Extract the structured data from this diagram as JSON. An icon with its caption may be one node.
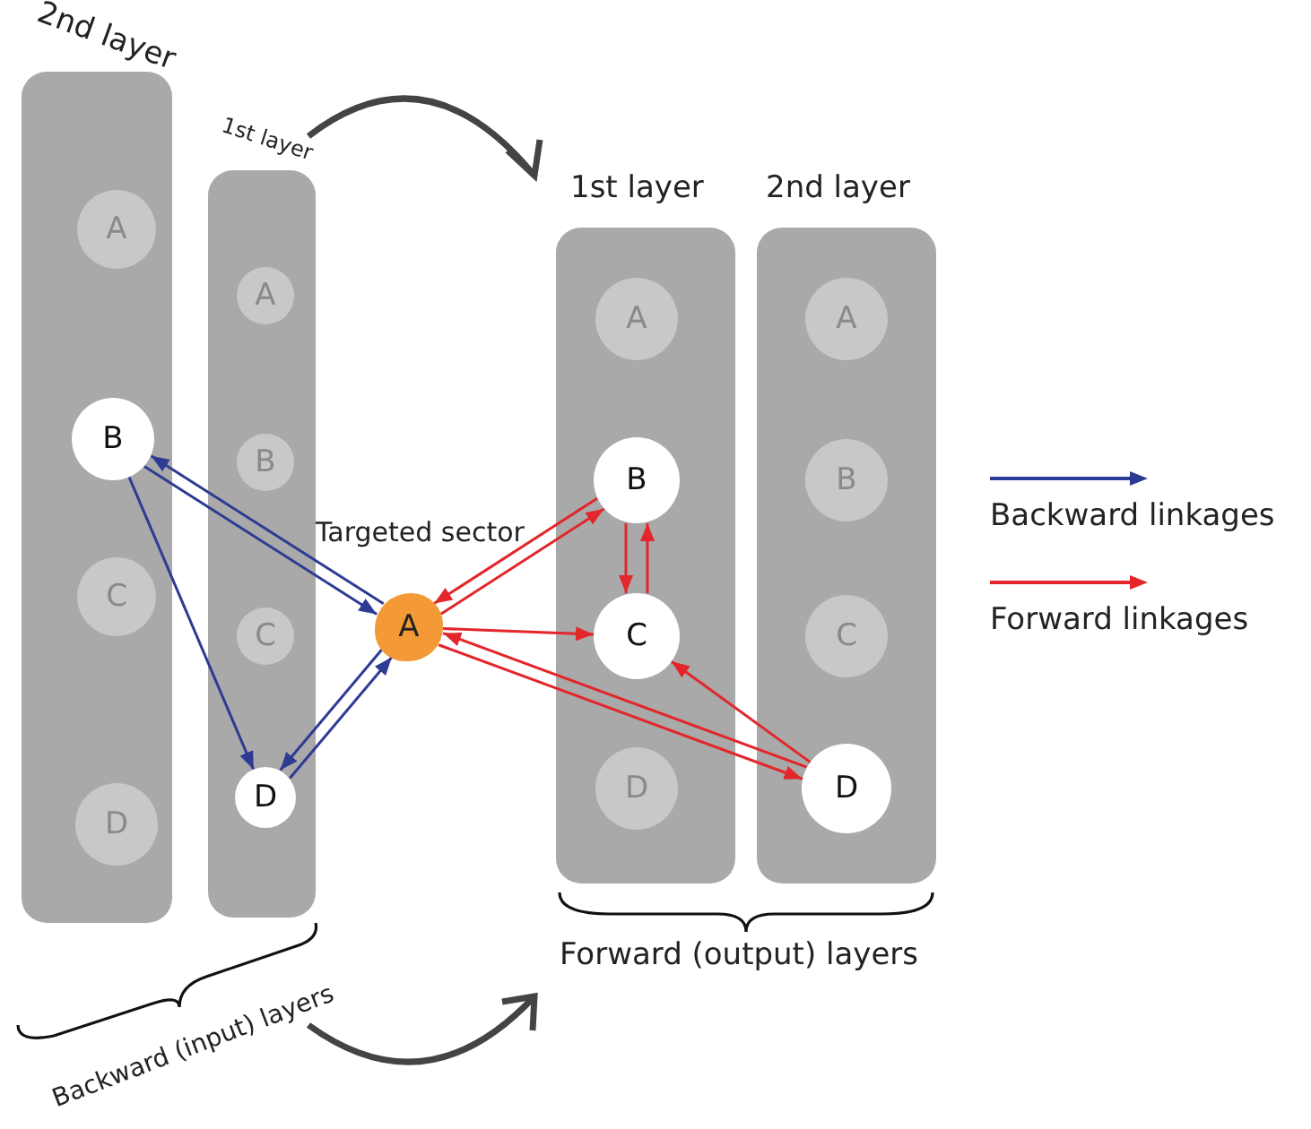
{
  "diagram": {
    "nodes": [
      {
        "text": [
          "2nd layer"
        ]
      },
      {
        "text": [
          "A"
        ],
        "in": 0
      },
      {
        "text": [
          "B"
        ],
        "in": 0
      },
      {
        "text": [
          "C"
        ],
        "in": 0
      },
      {
        "text": [
          "D"
        ],
        "in": 0
      },
      {
        "text": [
          "1st layer"
        ]
      },
      {
        "text": [
          "A"
        ],
        "in": 5
      },
      {
        "text": [
          "B"
        ],
        "in": 5
      },
      {
        "text": [
          "C"
        ],
        "in": 5
      },
      {
        "text": [
          "D"
        ],
        "in": 5
      },
      {
        "text": [
          "A"
        ],
        "beside": [
          "Targeted sector"
        ]
      },
      {
        "text": [
          "1st layer"
        ]
      },
      {
        "text": [
          "A"
        ],
        "in": 11
      },
      {
        "text": [
          "B"
        ],
        "in": 11
      },
      {
        "text": [
          "C"
        ],
        "in": 11
      },
      {
        "text": [
          "D"
        ],
        "in": 11
      },
      {
        "text": [
          "2nd layer"
        ]
      },
      {
        "text": [
          "A"
        ],
        "in": 16
      },
      {
        "text": [
          "B"
        ],
        "in": 16
      },
      {
        "text": [
          "C"
        ],
        "in": 16
      },
      {
        "text": [
          "D"
        ],
        "in": 16
      }
    ],
    "edges": [
      {
        "from": 2,
        "to": 10,
        "arrow": "to",
        "color": "#2e3b94"
      },
      {
        "from": 10,
        "to": 2,
        "arrow": "to",
        "color": "#2e3b94"
      },
      {
        "from": 2,
        "to": 9,
        "arrow": "to",
        "color": "#2e3b94"
      },
      {
        "from": 9,
        "to": 10,
        "arrow": "to",
        "color": "#2e3b94"
      },
      {
        "from": 10,
        "to": 9,
        "arrow": "to",
        "color": "#2e3b94"
      },
      {
        "from": 13,
        "to": 10,
        "arrow": "to"
      },
      {
        "from": 10,
        "to": 13,
        "arrow": "to"
      },
      {
        "from": 13,
        "to": 14,
        "arrow": "to"
      },
      {
        "from": 14,
        "to": 13,
        "arrow": "to"
      },
      {
        "from": 10,
        "to": 14,
        "arrow": "to"
      },
      {
        "from": 20,
        "to": 10,
        "arrow": "to"
      },
      {
        "from": 10,
        "to": 20,
        "arrow": "to"
      },
      {
        "from": 20,
        "to": 14,
        "arrow": "to"
      }
    ],
    "labels": [
      "Forward (output) layers",
      "Backward (input) layers"
    ],
    "legend": [
      {
        "text": "Backward linkages"
      },
      {
        "text": "Forward linkages"
      }
    ]
  }
}
